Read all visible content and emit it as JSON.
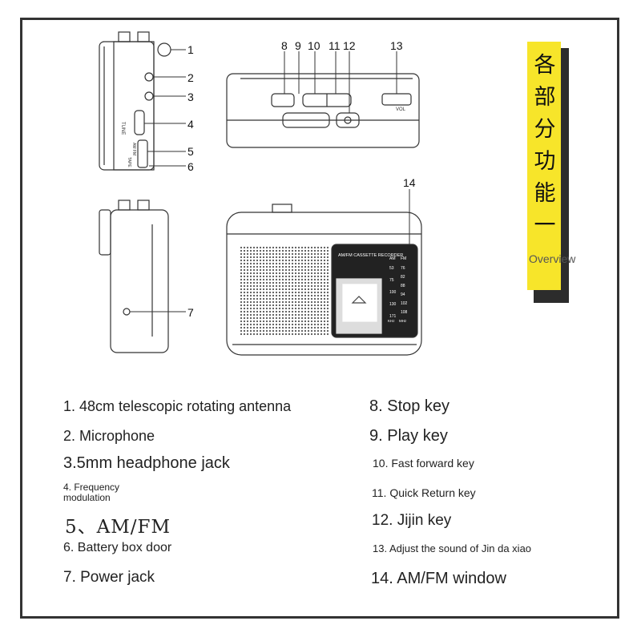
{
  "callouts": [
    "1",
    "2",
    "3",
    "4",
    "5",
    "6",
    "7",
    "8",
    "9",
    "10",
    "11",
    "12",
    "13",
    "14"
  ],
  "device_labels": {
    "side_tune": "TUNE",
    "side_band": "AM FM",
    "side_tape": "TAPE",
    "panel_brand": "AM/FM CASSETTE RECORDER",
    "band_am": "AM",
    "band_fm": "FM",
    "am_scale": [
      "53",
      "75",
      "100",
      "130",
      "171"
    ],
    "fm_scale": [
      "76",
      "82",
      "88",
      "94",
      "102",
      "108"
    ],
    "unit_am": "KHz",
    "unit_fm": "MHz",
    "vol_label": "VOL"
  },
  "title": {
    "chars": [
      "各",
      "部",
      "分",
      "功",
      "能",
      "一"
    ],
    "overview": "Overview",
    "bg_color": "#f7e52a"
  },
  "legend_left": [
    "1. 48cm telescopic rotating antenna",
    "2. Microphone",
    "3.5mm headphone jack",
    "4. Frequency modulation",
    "5、AM/FM",
    "6. Battery box door",
    "7. Power jack"
  ],
  "legend_right": [
    "8. Stop key",
    "9. Play key",
    "10. Fast forward key",
    "11. Quick Return key",
    "12. Jijin key",
    "13. Adjust the sound of Jin da xiao",
    "14. AM/FM window"
  ]
}
